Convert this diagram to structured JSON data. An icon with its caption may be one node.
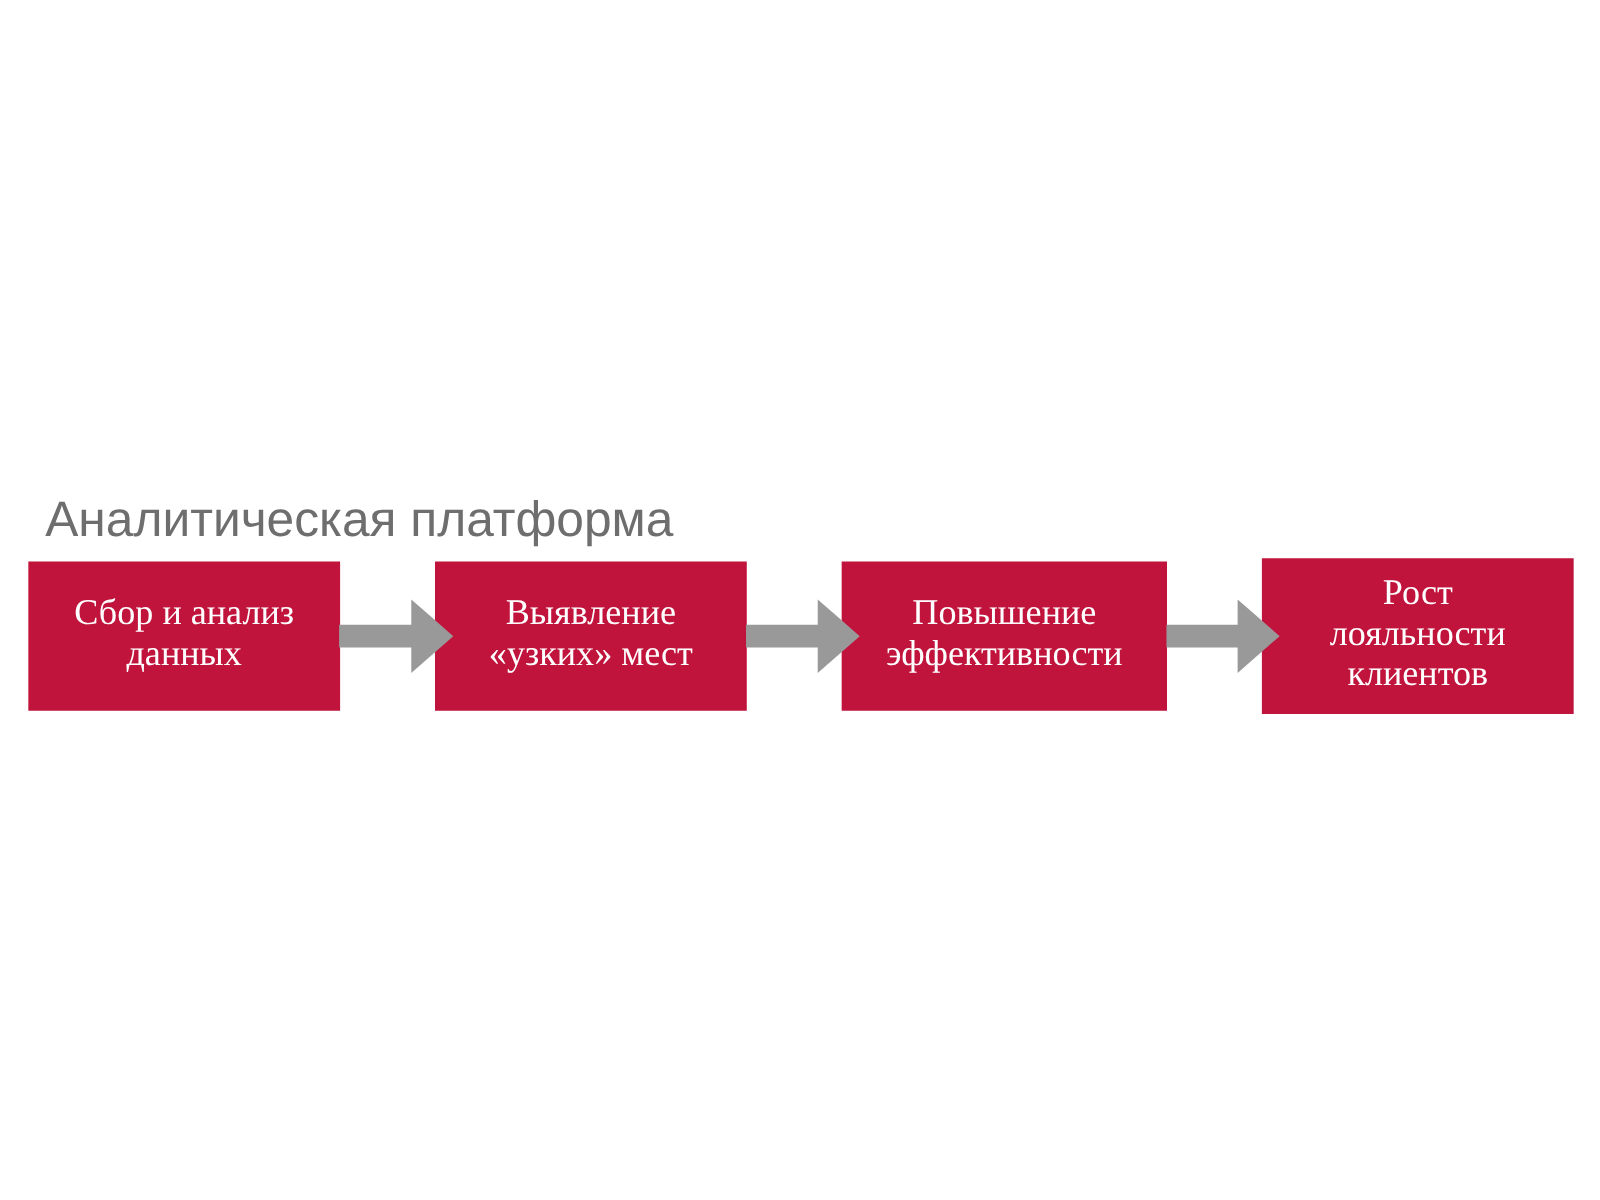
{
  "diagram": {
    "title": "Аналитическая платформа",
    "nodes": [
      {
        "text": [
          "Сбор и анализ данных"
        ]
      },
      {
        "text": [
          "Выявление «узких» мест"
        ]
      },
      {
        "text": [
          "Повышение эффективности"
        ]
      },
      {
        "text": [
          "Рост лояльности клиентов"
        ]
      }
    ],
    "edges": [
      {
        "from": 0,
        "to": 1,
        "arrow": "to"
      },
      {
        "from": 1,
        "to": 2,
        "arrow": "to"
      },
      {
        "from": 2,
        "to": 3,
        "arrow": "to"
      }
    ]
  }
}
